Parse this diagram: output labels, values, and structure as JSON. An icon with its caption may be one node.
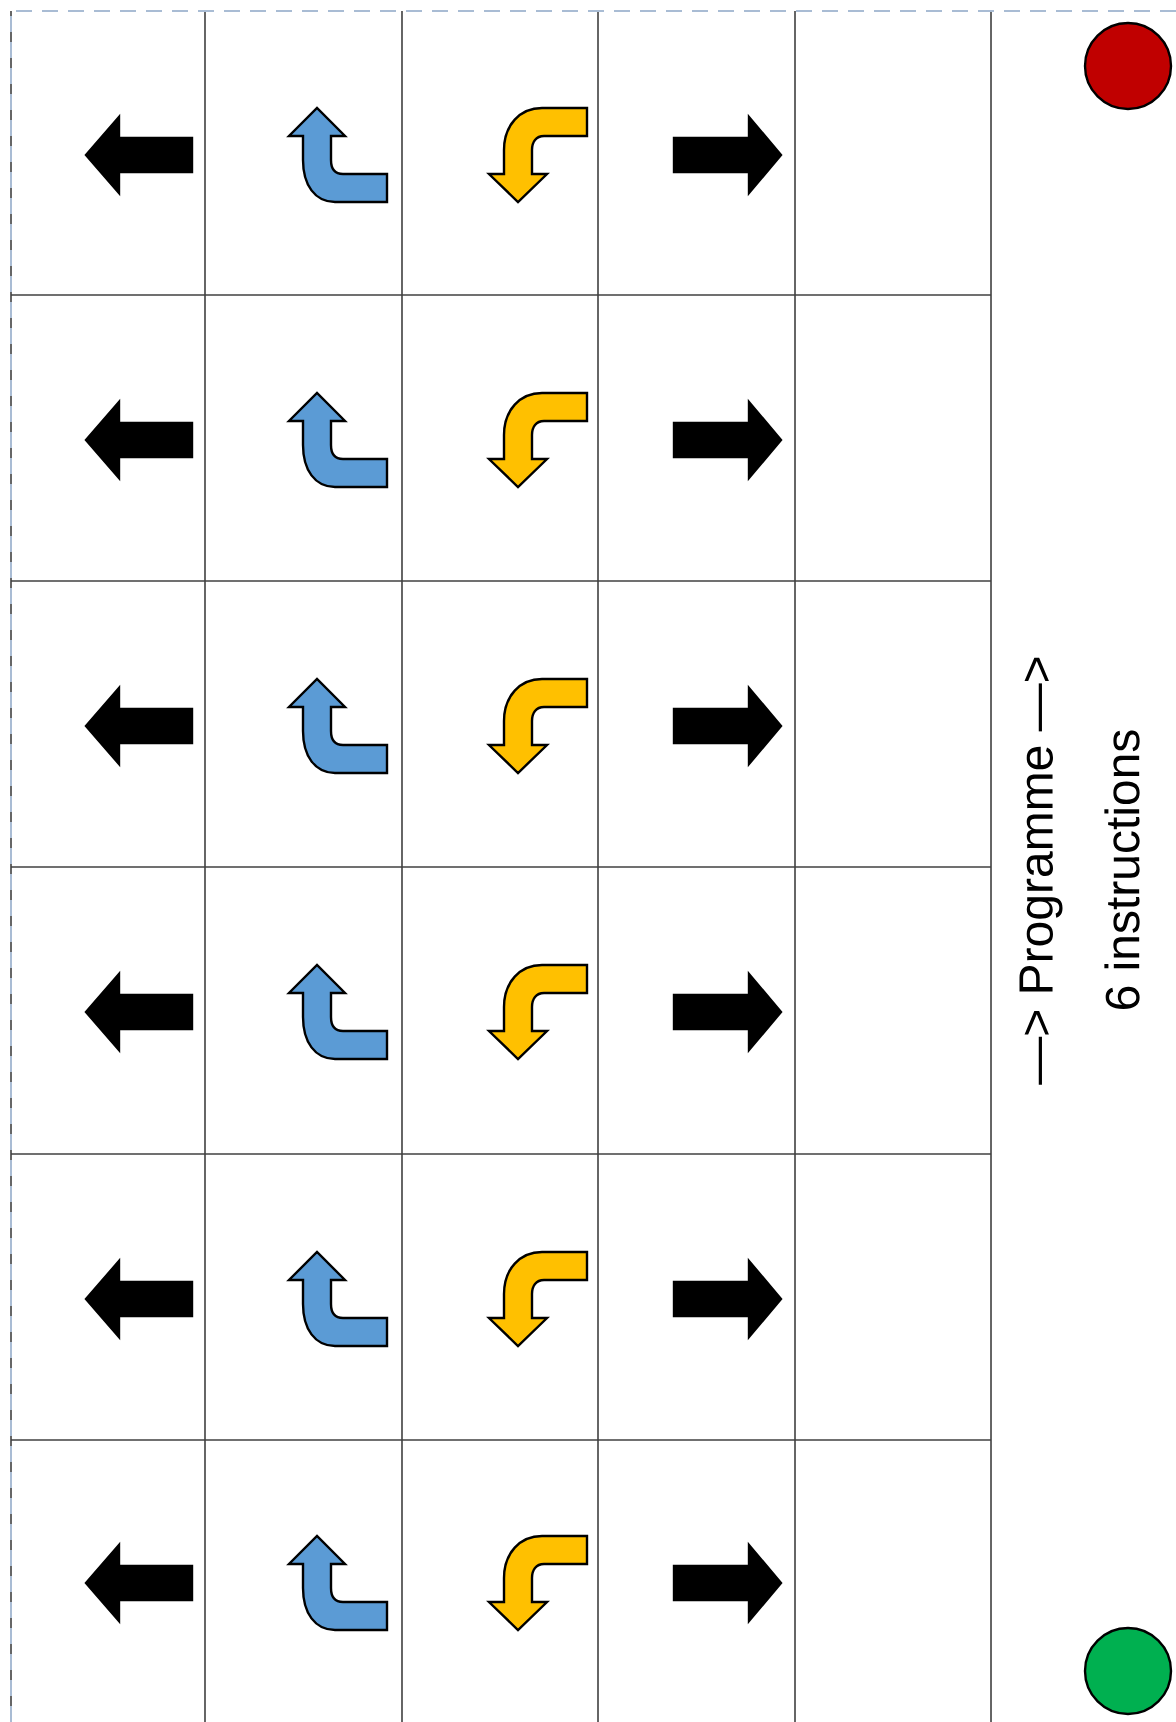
{
  "diagram": {
    "nodes": [
      {
        "text": [],
        "shape": "circle"
      },
      {
        "text": [],
        "shape": "circle"
      }
    ],
    "labels": [
      "—> Programme —>",
      "6 instructions"
    ]
  }
}
